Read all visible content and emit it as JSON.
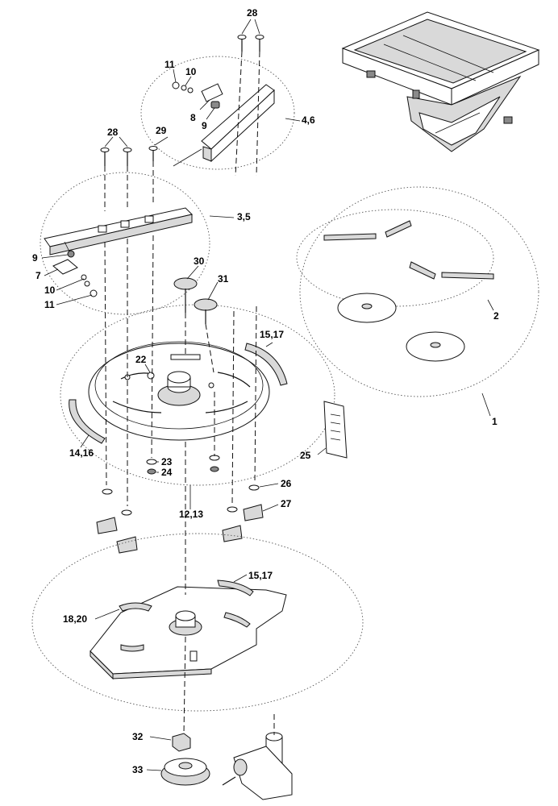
{
  "callouts": {
    "c28a": "28",
    "c11a": "11",
    "c10a": "10",
    "c8": "8",
    "c9a": "9",
    "c46": "4,6",
    "c28b": "28",
    "c29": "29",
    "c35": "3,5",
    "c9b": "9",
    "c7": "7",
    "c10b": "10",
    "c11b": "11",
    "c30": "30",
    "c31": "31",
    "c2": "2",
    "c1517a": "15,17",
    "c22": "22",
    "c1416": "14,16",
    "c23": "23",
    "c24": "24",
    "c25": "25",
    "c1": "1",
    "c26": "26",
    "c27": "27",
    "c1213": "12,13",
    "c1517b": "15,17",
    "c1820": "18,20",
    "c32": "32",
    "c33": "33"
  }
}
